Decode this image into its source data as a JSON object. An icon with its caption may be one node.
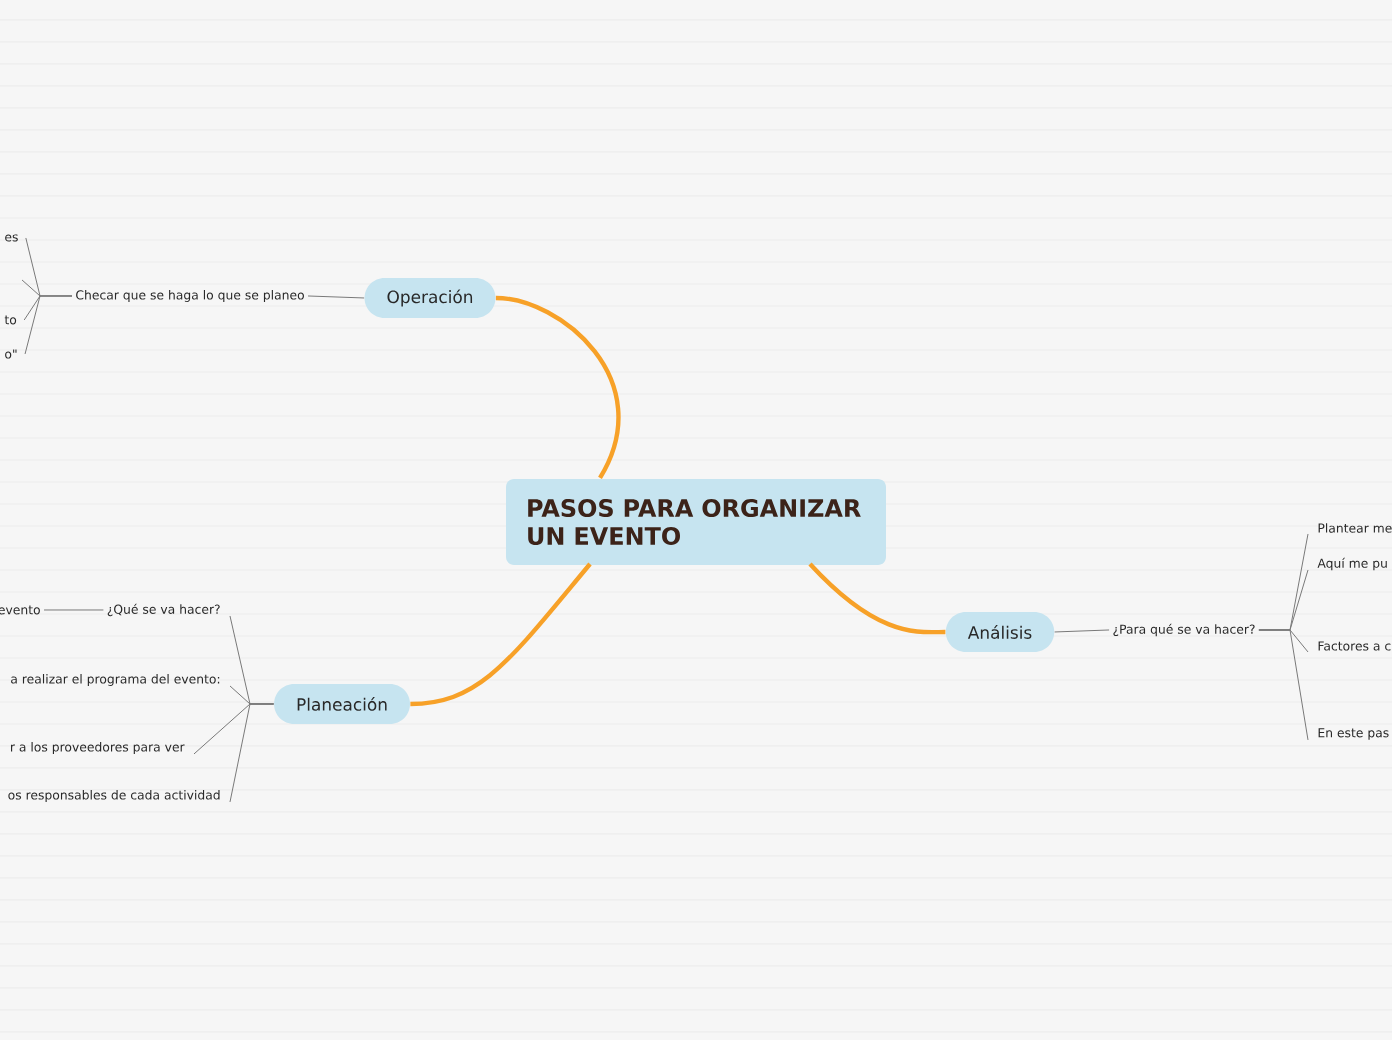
{
  "diagram": {
    "nodes": [
      {
        "text": [
          "PASOS PARA ORGANIZAR UN EVENTO"
        ]
      },
      {
        "text": [
          "Operación"
        ]
      },
      {
        "text": [
          "Checar que se haga lo que se planeo"
        ]
      },
      {
        "text": [
          "es"
        ]
      },
      {
        "text": [
          "to"
        ]
      },
      {
        "text": [
          "o\""
        ]
      },
      {
        "text": [
          "Análisis"
        ]
      },
      {
        "text": [
          "¿Para qué se va hacer?"
        ]
      },
      {
        "text": [
          "Plantear me"
        ]
      },
      {
        "text": [
          "Aquí me pu"
        ]
      },
      {
        "text": [
          "Factores a c"
        ]
      },
      {
        "text": [
          "En este pas"
        ]
      },
      {
        "text": [
          "Planeación"
        ]
      },
      {
        "text": [
          "¿Qué se va hacer?"
        ]
      },
      {
        "text": [
          "evento"
        ]
      },
      {
        "text": [
          "a realizar el programa del evento:"
        ]
      },
      {
        "text": [
          "r a los proveedores para ver"
        ]
      },
      {
        "text": [
          "os responsables de cada actividad"
        ]
      }
    ],
    "edges": [
      {
        "from": 0,
        "to": 1,
        "arrow": "none",
        "style": "thick",
        "color": "#f7a128"
      },
      {
        "from": 0,
        "to": 6,
        "arrow": "none",
        "style": "thick",
        "color": "#f7a128"
      },
      {
        "from": 0,
        "to": 12,
        "arrow": "none",
        "style": "thick",
        "color": "#f7a128"
      },
      {
        "from": 1,
        "to": 2,
        "arrow": "none"
      },
      {
        "from": 2,
        "to": 3,
        "arrow": "none"
      },
      {
        "from": 2,
        "to": 4,
        "arrow": "none"
      },
      {
        "from": 2,
        "to": 5,
        "arrow": "none"
      },
      {
        "from": 6,
        "to": 7,
        "arrow": "none"
      },
      {
        "from": 7,
        "to": 8,
        "arrow": "none"
      },
      {
        "from": 7,
        "to": 9,
        "arrow": "none"
      },
      {
        "from": 7,
        "to": 10,
        "arrow": "none"
      },
      {
        "from": 7,
        "to": 11,
        "arrow": "none"
      },
      {
        "from": 12,
        "to": 13,
        "arrow": "none"
      },
      {
        "from": 13,
        "to": 14,
        "arrow": "none"
      },
      {
        "from": 12,
        "to": 15,
        "arrow": "none"
      },
      {
        "from": 12,
        "to": 16,
        "arrow": "none"
      },
      {
        "from": 12,
        "to": 17,
        "arrow": "none"
      }
    ]
  }
}
